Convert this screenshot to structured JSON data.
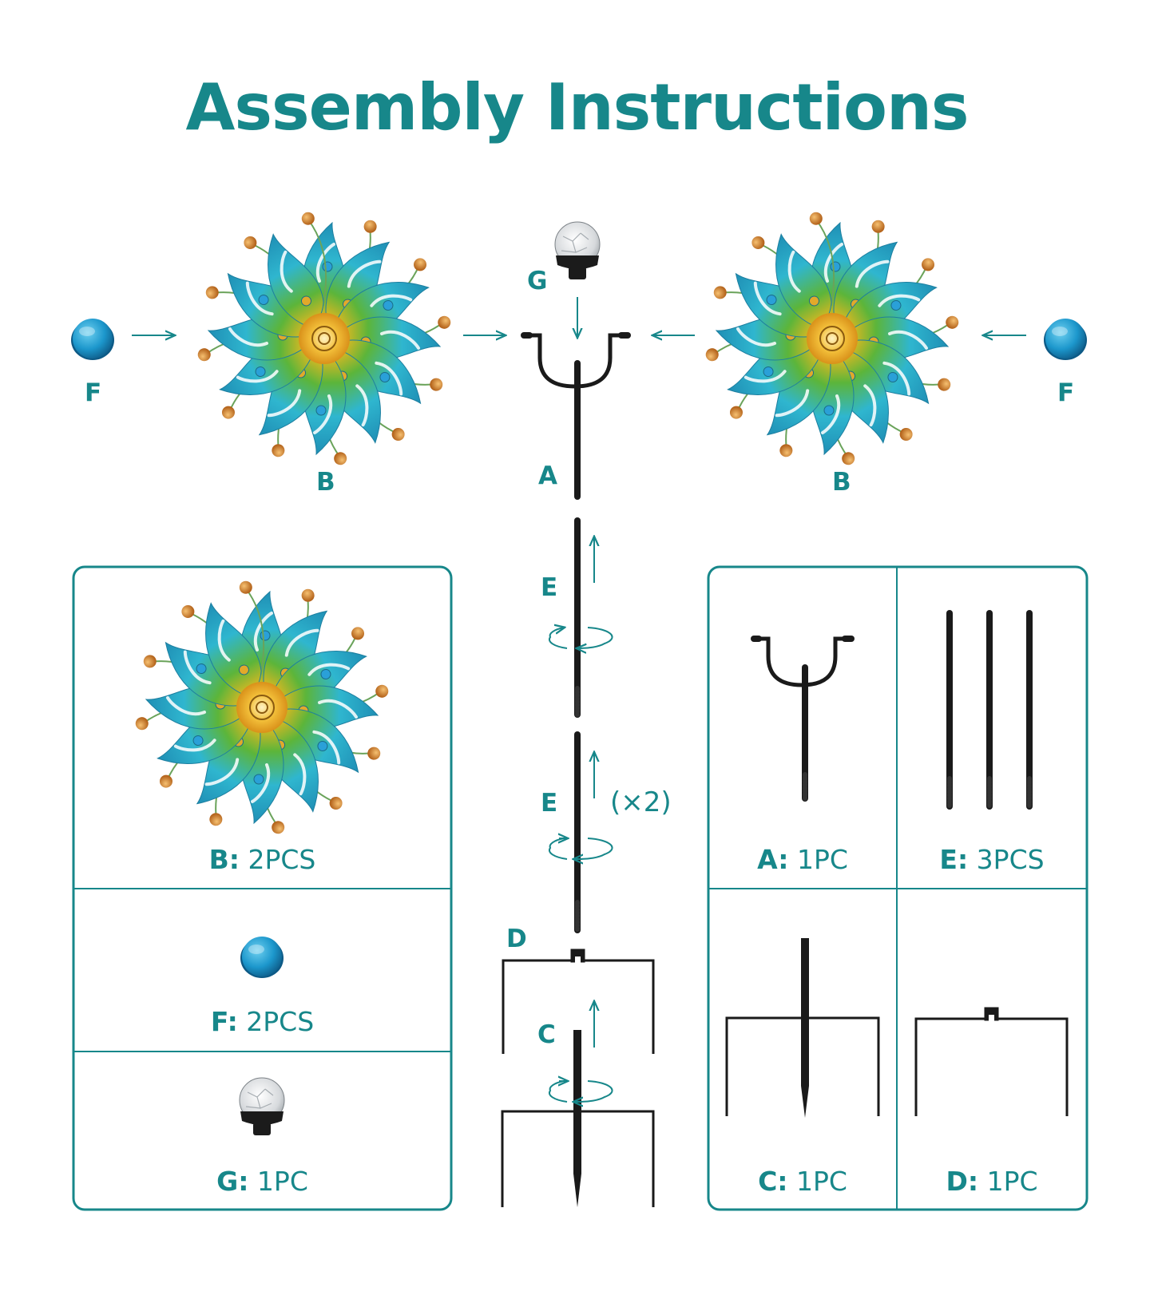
{
  "title": "Assembly Instructions",
  "labels": {
    "f_left": "F",
    "b_left": "B",
    "g": "G",
    "a": "A",
    "b_right": "B",
    "f_right": "F",
    "e_top": "E",
    "e_mid": "E",
    "multiplier": "(×2)",
    "d": "D",
    "c": "C"
  },
  "parts": [
    {
      "code": "B:",
      "qty": "2PCS"
    },
    {
      "code": "F:",
      "qty": "2PCS"
    },
    {
      "code": "G:",
      "qty": "1PC"
    },
    {
      "code": "A:",
      "qty": "1PC"
    },
    {
      "code": "E:",
      "qty": "3PCS"
    },
    {
      "code": "C:",
      "qty": "1PC"
    },
    {
      "code": "D:",
      "qty": "1PC"
    }
  ],
  "colors": {
    "accent": "#17878a",
    "petal": "#2fb6cf",
    "petal_inner": "#6cbf3a",
    "center": "#f0b21d",
    "ball": "#1c97cc",
    "pole": "#1a1a1a"
  }
}
